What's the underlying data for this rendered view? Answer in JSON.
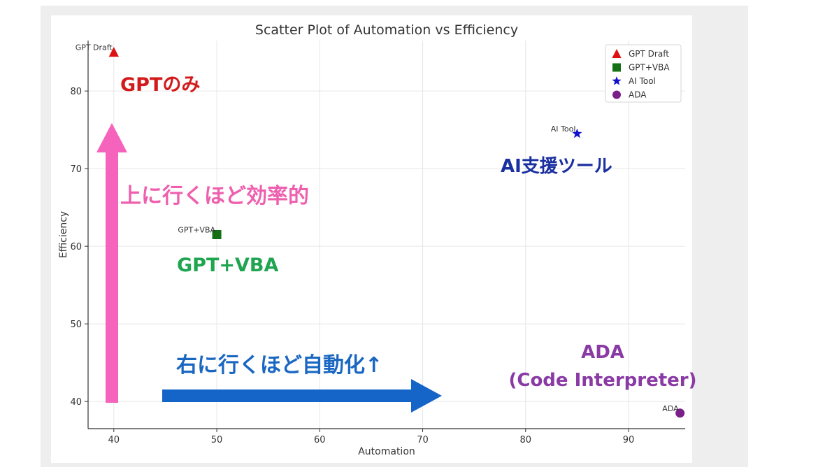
{
  "chart_data": {
    "type": "scatter",
    "title": "Scatter Plot of Automation vs Efficiency",
    "xlabel": "Automation",
    "ylabel": "Efficiency",
    "xlim": [
      37.5,
      95.5
    ],
    "ylim": [
      36.5,
      86.5
    ],
    "xticks": [
      40,
      50,
      60,
      70,
      80,
      90
    ],
    "yticks": [
      40,
      50,
      60,
      70,
      80
    ],
    "grid": true,
    "legend_position": "top-right",
    "series": [
      {
        "name": "GPT Draft",
        "marker": "triangle",
        "color": "#dd1111",
        "x": 40,
        "y": 85,
        "label": "GPT Draft"
      },
      {
        "name": "GPT+VBA",
        "marker": "square",
        "color": "#157015",
        "x": 50,
        "y": 61.5,
        "label": "GPT+VBA"
      },
      {
        "name": "AI Tool",
        "marker": "star",
        "color": "#1212cc",
        "x": 85,
        "y": 74.5,
        "label": "AI Tool"
      },
      {
        "name": "ADA",
        "marker": "circle",
        "color": "#7a1f8a",
        "x": 95,
        "y": 38.5,
        "label": "ADA"
      }
    ]
  },
  "overlays": {
    "gpt_only": {
      "text": "GPTのみ",
      "color": "#d21a1a"
    },
    "gpt_vba": {
      "text": "GPT+VBA",
      "color": "#1fa550"
    },
    "ai_support": {
      "text": "AI支援ツール",
      "color": "#1a2fa0"
    },
    "ada_line1": {
      "text": "ADA",
      "color": "#8a3aa5"
    },
    "ada_line2": {
      "text": "(Code Interpreter)",
      "color": "#8a3aa5"
    },
    "up_caption": {
      "text": "上に行くほど効率的",
      "color": "#ee5fae"
    },
    "right_caption": {
      "text": "右に行くほど自動化↑",
      "color": "#1a67c2"
    }
  },
  "arrows": {
    "up_color": "#f563bd",
    "right_color": "#1565c8"
  }
}
